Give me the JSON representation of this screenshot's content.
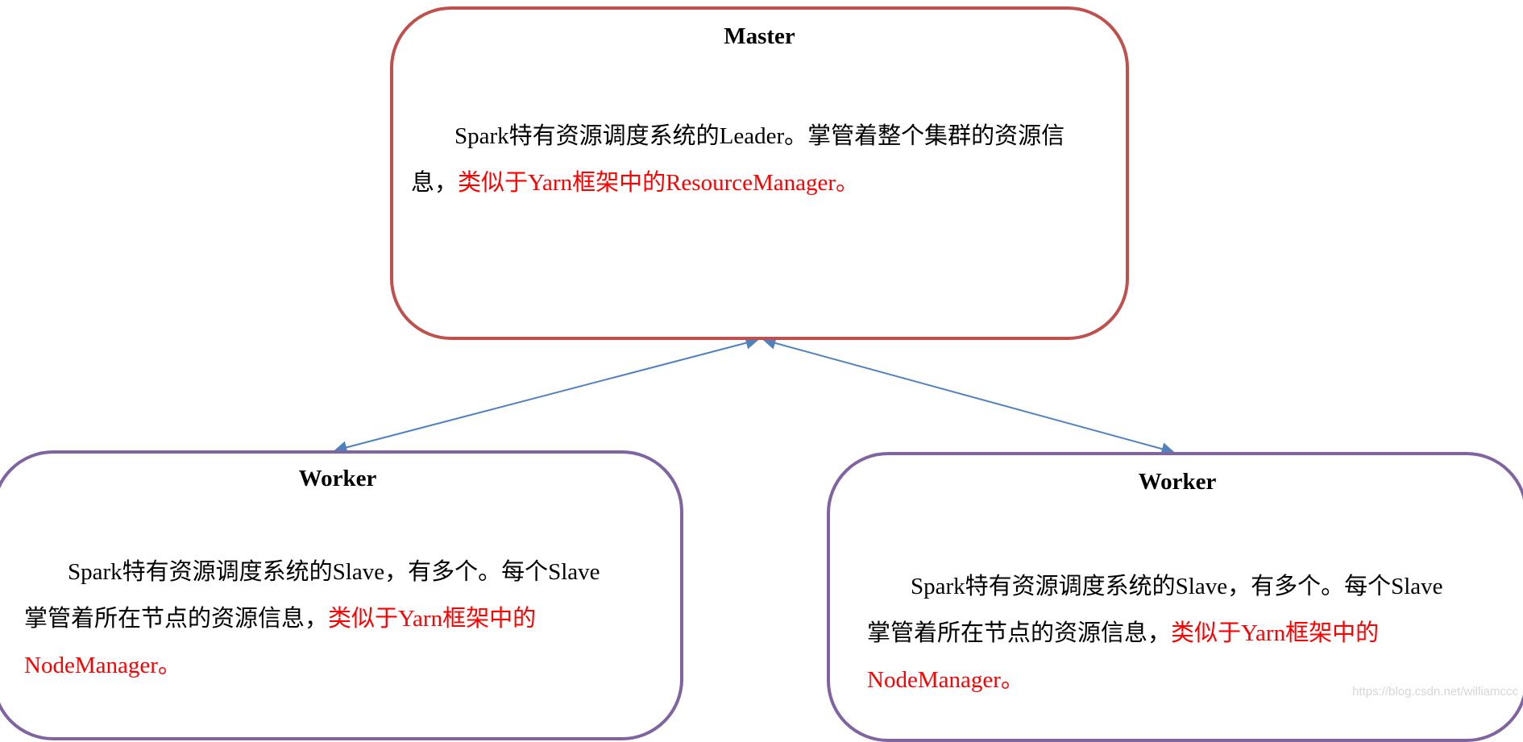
{
  "diagram": {
    "master": {
      "title": "Master",
      "desc_plain": "Spark特有资源调度系统的Leader。掌管着整个集群的资源信息，",
      "desc_highlight": "类似于Yarn框架中的ResourceManager。"
    },
    "workers": [
      {
        "title": "Worker",
        "desc_plain": "Spark特有资源调度系统的Slave，有多个。每个Slave掌管着所在节点的资源信息，",
        "desc_highlight": "类似于Yarn框架中的NodeManager。"
      },
      {
        "title": "Worker",
        "desc_plain": "Spark特有资源调度系统的Slave，有多个。每个Slave掌管着所在节点的资源信息，",
        "desc_highlight": "类似于Yarn框架中的NodeManager。"
      }
    ],
    "edges": [
      {
        "from": "master",
        "to": "worker-left",
        "direction": "both"
      },
      {
        "from": "master",
        "to": "worker-right",
        "direction": "both"
      }
    ],
    "colors": {
      "master_border": "#c0504d",
      "worker_border": "#8064a2",
      "connector": "#4f81bd",
      "highlight_text": "#ff0000"
    }
  },
  "watermark": "https://blog.csdn.net/williamccc"
}
